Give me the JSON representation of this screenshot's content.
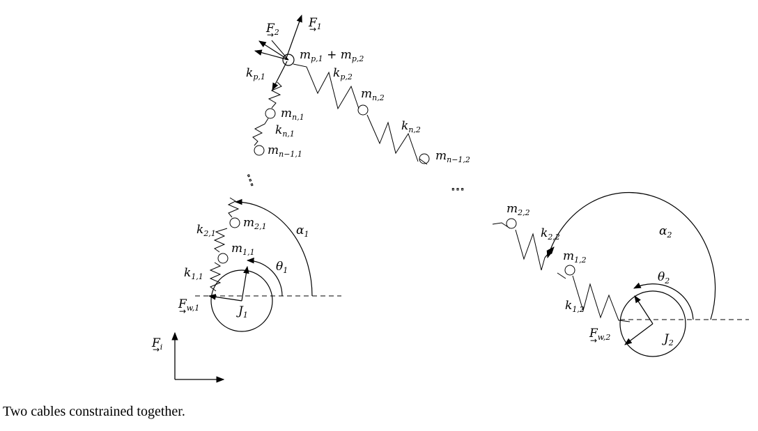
{
  "caption": "Two cables constrained together.",
  "labels": {
    "F1": {
      "main": "F",
      "sub": "1"
    },
    "F2": {
      "main": "F",
      "sub": "2"
    },
    "mp": {
      "main": "m",
      "sub": "p,1",
      "rest": " + m",
      "sub2": "p,2"
    },
    "kp1": {
      "main": "k",
      "sub": "p,1"
    },
    "kp2": {
      "main": "k",
      "sub": "p,2"
    },
    "mn1": {
      "main": "m",
      "sub": "n,1"
    },
    "kn1": {
      "main": "k",
      "sub": "n,1"
    },
    "mnm11": {
      "main": "m",
      "sub": "n−1,1"
    },
    "mn2": {
      "main": "m",
      "sub": "n,2"
    },
    "kn2": {
      "main": "k",
      "sub": "n,2"
    },
    "mnm12": {
      "main": "m",
      "sub": "n−1,2"
    },
    "m21": {
      "main": "m",
      "sub": "2,1"
    },
    "k21": {
      "main": "k",
      "sub": "2,1"
    },
    "m11": {
      "main": "m",
      "sub": "1,1"
    },
    "k11": {
      "main": "k",
      "sub": "1,1"
    },
    "alpha1": {
      "main": "α",
      "sub": "1"
    },
    "theta1": {
      "main": "θ",
      "sub": "1"
    },
    "J1": {
      "main": "J",
      "sub": "1"
    },
    "Fw1": {
      "main": "F",
      "sub": "w,1"
    },
    "Fi": {
      "main": "F",
      "sub": "i"
    },
    "m22": {
      "main": "m",
      "sub": "2,2"
    },
    "k22": {
      "main": "k",
      "sub": "2,2"
    },
    "m12": {
      "main": "m",
      "sub": "1,2"
    },
    "k12": {
      "main": "k",
      "sub": "1,2"
    },
    "alpha2": {
      "main": "α",
      "sub": "2"
    },
    "theta2": {
      "main": "θ",
      "sub": "2"
    },
    "J2": {
      "main": "J",
      "sub": "2"
    },
    "Fw2": {
      "main": "F",
      "sub": "w,2"
    }
  }
}
